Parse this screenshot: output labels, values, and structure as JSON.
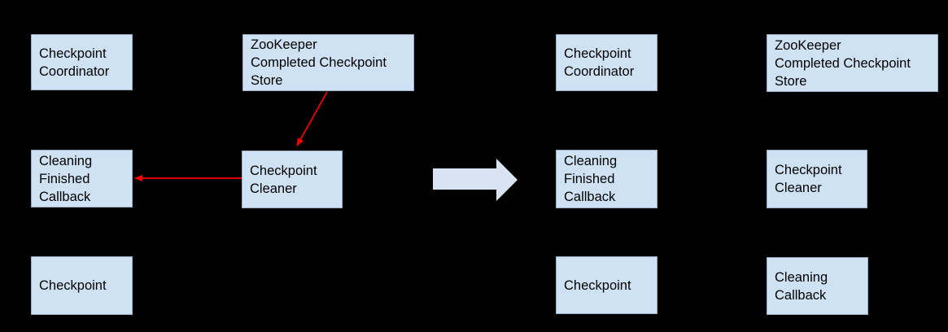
{
  "diagram": {
    "background_color": "#000000",
    "box_fill_color": "#cfe2f3",
    "box_text_color": "#000000",
    "red_arrow_color": "#ff0000",
    "big_arrow_fill_color": "#d8e4f2",
    "before": {
      "boxes": [
        {
          "id": "checkpoint-coordinator",
          "label": "Checkpoint\nCoordinator"
        },
        {
          "id": "zookeeper-completed-checkpoint-store",
          "label": "ZooKeeper\nCompleted Checkpoint\nStore"
        },
        {
          "id": "cleaning-finished-callback",
          "label": "Cleaning\nFinished\nCallback"
        },
        {
          "id": "checkpoint-cleaner",
          "label": "Checkpoint\nCleaner"
        },
        {
          "id": "checkpoint",
          "label": "Checkpoint"
        }
      ],
      "arrows": [
        {
          "from": "zookeeper-completed-checkpoint-store",
          "to": "checkpoint-cleaner",
          "color": "#ff0000"
        },
        {
          "from": "checkpoint-cleaner",
          "to": "cleaning-finished-callback",
          "color": "#ff0000"
        }
      ]
    },
    "after": {
      "boxes": [
        {
          "id": "checkpoint-coordinator",
          "label": "Checkpoint\nCoordinator"
        },
        {
          "id": "zookeeper-completed-checkpoint-store",
          "label": "ZooKeeper\nCompleted Checkpoint\nStore"
        },
        {
          "id": "cleaning-finished-callback",
          "label": "Cleaning\nFinished\nCallback"
        },
        {
          "id": "checkpoint-cleaner",
          "label": "Checkpoint\nCleaner"
        },
        {
          "id": "checkpoint",
          "label": "Checkpoint"
        },
        {
          "id": "cleaning-callback",
          "label": "Cleaning\nCallback"
        }
      ]
    }
  }
}
